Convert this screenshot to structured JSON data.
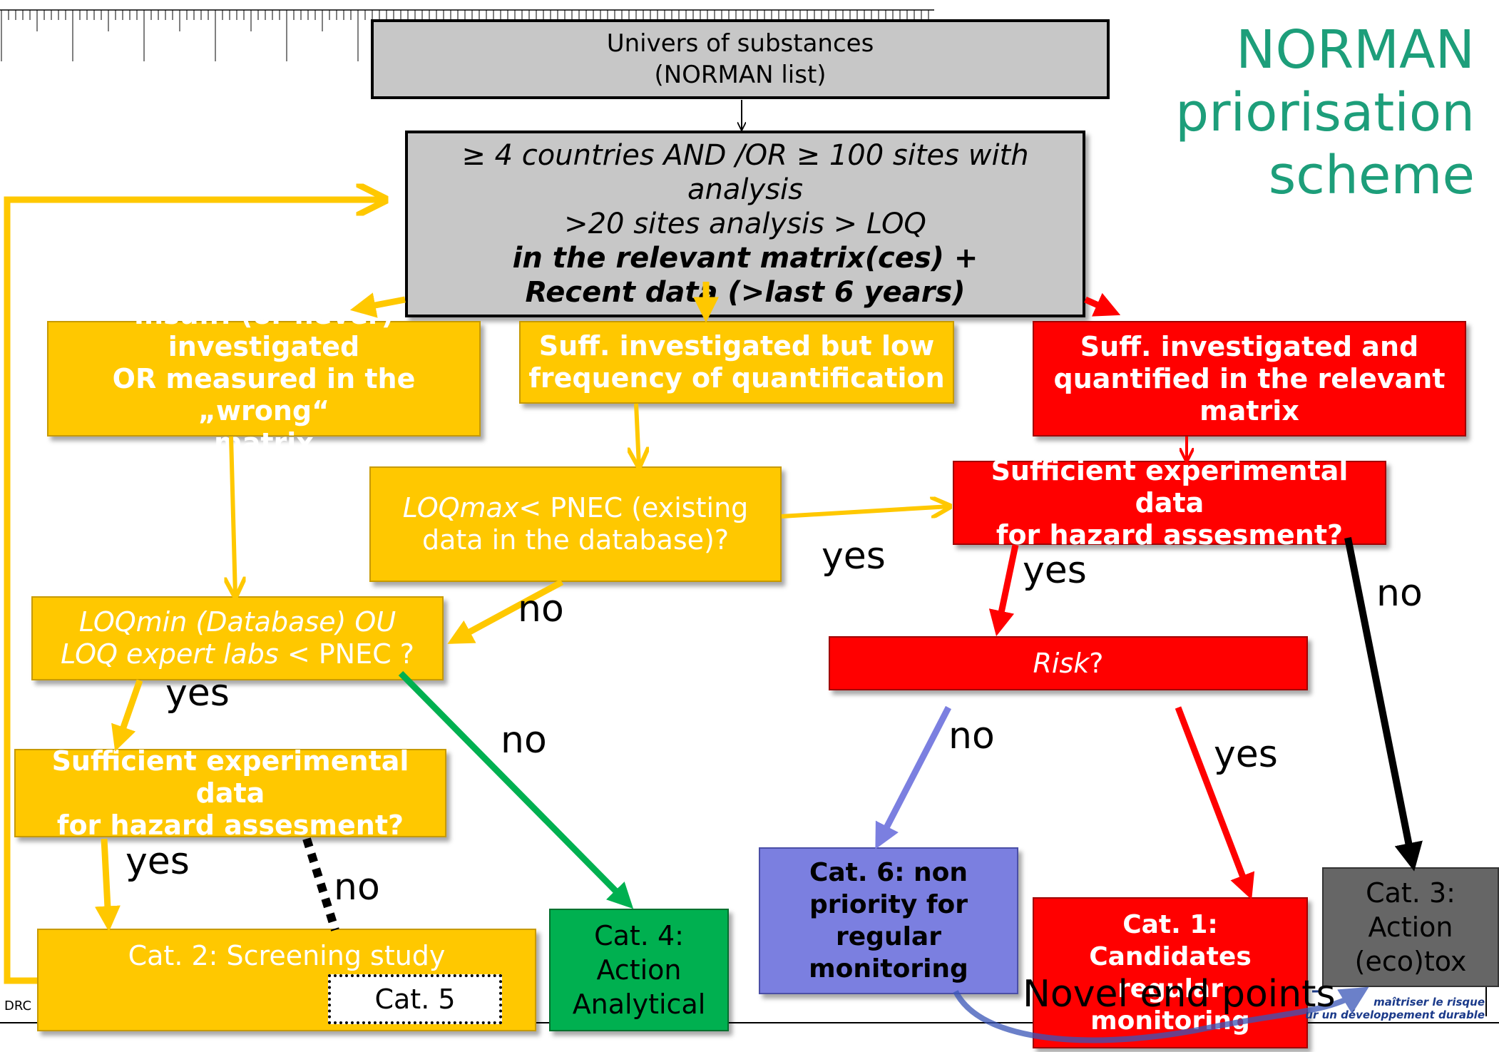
{
  "title": {
    "line1": "NORMAN",
    "line2": "priorisation",
    "line3": "scheme",
    "color": "#1d9e7a"
  },
  "colors": {
    "yellow": "#ffc800",
    "red": "#ff0000",
    "grey": "#c7c7c7",
    "green": "#00b050",
    "blue": "#7b7fe0",
    "darkgrey": "#666666",
    "black": "#000000"
  },
  "boxes": {
    "universe": {
      "line1": "Univers of substances",
      "line2": "(NORMAN list)"
    },
    "criteria": {
      "line1": "≥ 4 countries AND /OR ≥ 100 sites with",
      "line2": "analysis",
      "line3": ">20 sites analysis > LOQ",
      "line4": "in the relevant matrix(ces) +",
      "line5": "Recent data (>last 6 years)"
    },
    "insufficient": {
      "line1": "Insuff. (or never) investigated",
      "line2": "OR measured in the  „wrong“",
      "line3": "matrix"
    },
    "low_frequency": {
      "line1": "Suff. investigated but  low",
      "line2": "frequency of quantification"
    },
    "quantified": {
      "line1": "Suff. investigated and",
      "line2": "quantified in the relevant",
      "line3": "matrix"
    },
    "loqmax": {
      "italic": "LOQmax",
      "line1_rest": "< PNEC (existing",
      "line2": "data in the database)?"
    },
    "hazard_right": {
      "line1": "Sufficient experimental data",
      "line2": "for hazard assesment?"
    },
    "loqmin": {
      "line1": "LOQmin (Database) OU",
      "line2_italic": "LOQ expert labs",
      "line2_rest": "< PNEC ?"
    },
    "risk": {
      "italic": "Risk",
      "rest": "?"
    },
    "hazard_left": {
      "line1": "Sufficient experimental data",
      "line2": "for hazard assesment?"
    },
    "cat2": {
      "text": "Cat. 2: Screening study"
    },
    "cat5": {
      "text": "Cat. 5"
    },
    "cat4": {
      "line1": "Cat. 4:",
      "line2": "Action",
      "line3": "Analytical"
    },
    "cat6": {
      "line1": "Cat. 6: non",
      "line2": "priority for",
      "line3": "regular",
      "line4": "monitoring"
    },
    "cat1": {
      "line1": "Cat. 1:",
      "line2": "Candidates",
      "line3": "regular",
      "line4": "monitoring"
    },
    "cat3": {
      "line1": "Cat. 3:",
      "line2": "Action",
      "line3": "(eco)tox"
    }
  },
  "labels": {
    "yes_loqmax": "yes",
    "no_loqmax": "no",
    "yes_hazard_right": "yes",
    "no_hazard_right": "no",
    "yes_loqmin": "yes",
    "no_loqmin": "no",
    "no_risk": "no",
    "yes_risk": "yes",
    "yes_hazard_left": "yes",
    "no_hazard_left": "no",
    "novel": "Novel end points"
  },
  "footer": {
    "left": "DRC",
    "right1": "maîtriser le risque",
    "right2": "ur un développement durable"
  }
}
